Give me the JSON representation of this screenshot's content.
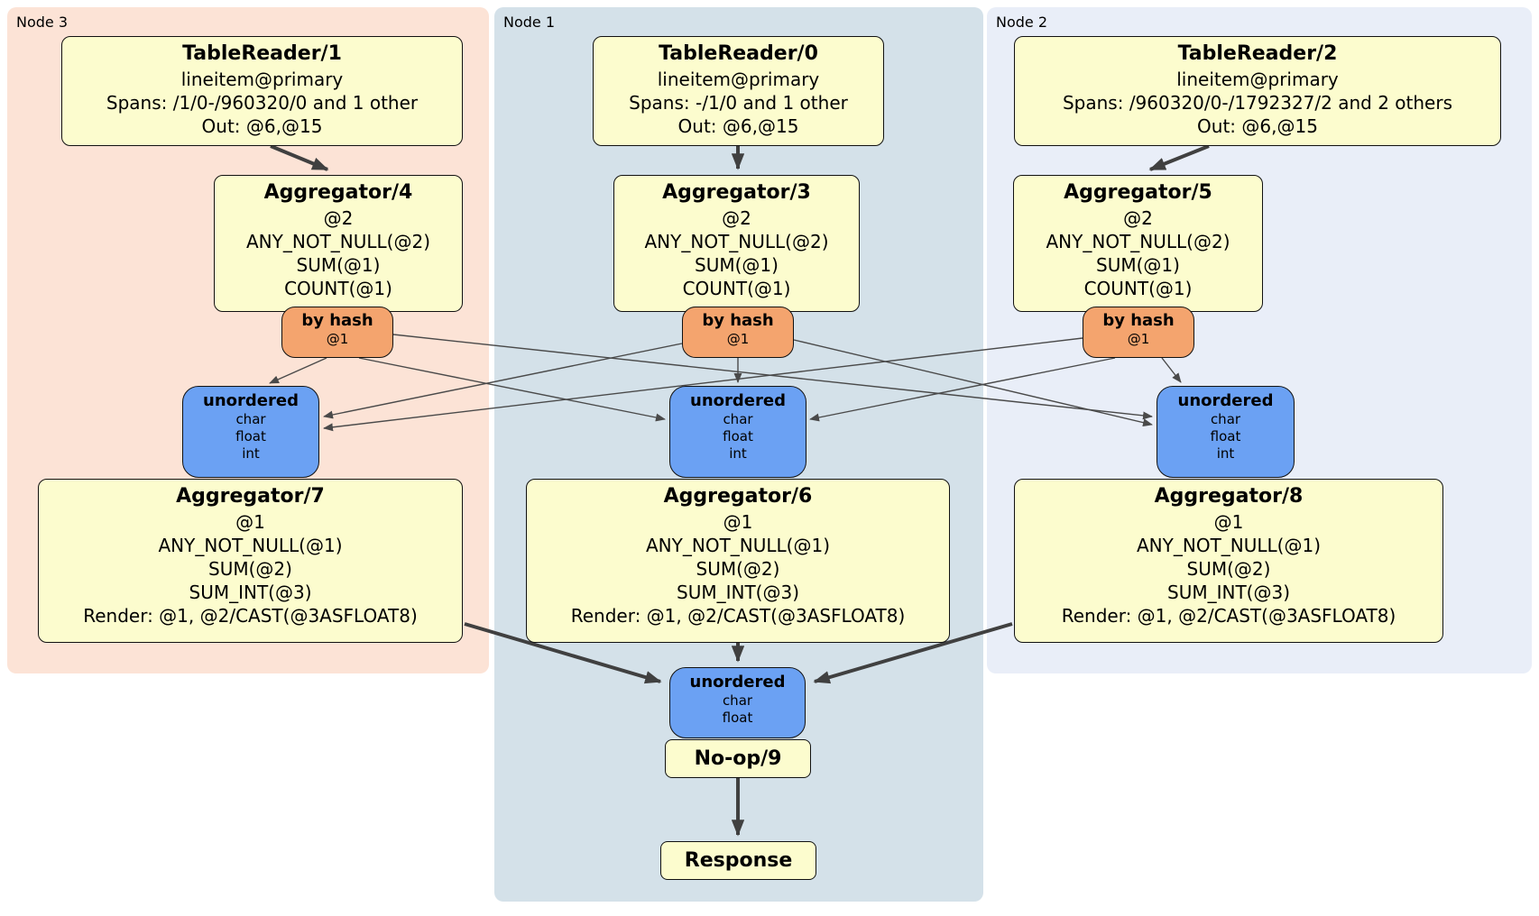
{
  "diagram": {
    "palette": {
      "operator_box": "#fcfcce",
      "router_box": "#f4a46e",
      "sync_box": "#6ba1f3",
      "node3_panel": "#fce3d6",
      "node1_panel": "#d4e1e9",
      "node2_panel": "#e9eef8",
      "thick_edge": "#404040",
      "thin_edge": "#4a4a4a"
    },
    "nodes": [
      {
        "label": "Node 3",
        "table_reader": {
          "title": "TableReader/1",
          "lines": [
            "lineitem@primary",
            "Spans: /1/0-/960320/0 and 1 other",
            "Out: @6,@15"
          ]
        },
        "aggregator": {
          "title": "Aggregator/4",
          "lines": [
            "@2",
            "ANY_NOT_NULL(@2)",
            "SUM(@1)",
            "COUNT(@1)"
          ]
        },
        "router": {
          "title": "by hash",
          "line": "@1"
        },
        "sync": {
          "title": "unordered",
          "lines": [
            "char",
            "float",
            "int"
          ]
        },
        "aggregator2": {
          "title": "Aggregator/7",
          "lines": [
            "@1",
            "ANY_NOT_NULL(@1)",
            "SUM(@2)",
            "SUM_INT(@3)",
            "Render: @1, @2/CAST(@3ASFLOAT8)"
          ]
        }
      },
      {
        "label": "Node 1",
        "table_reader": {
          "title": "TableReader/0",
          "lines": [
            "lineitem@primary",
            "Spans: -/1/0 and 1 other",
            "Out: @6,@15"
          ]
        },
        "aggregator": {
          "title": "Aggregator/3",
          "lines": [
            "@2",
            "ANY_NOT_NULL(@2)",
            "SUM(@1)",
            "COUNT(@1)"
          ]
        },
        "router": {
          "title": "by hash",
          "line": "@1"
        },
        "sync": {
          "title": "unordered",
          "lines": [
            "char",
            "float",
            "int"
          ]
        },
        "aggregator2": {
          "title": "Aggregator/6",
          "lines": [
            "@1",
            "ANY_NOT_NULL(@1)",
            "SUM(@2)",
            "SUM_INT(@3)",
            "Render: @1, @2/CAST(@3ASFLOAT8)"
          ]
        }
      },
      {
        "label": "Node 2",
        "table_reader": {
          "title": "TableReader/2",
          "lines": [
            "lineitem@primary",
            "Spans: /960320/0-/1792327/2 and 2 others",
            "Out: @6,@15"
          ]
        },
        "aggregator": {
          "title": "Aggregator/5",
          "lines": [
            "@2",
            "ANY_NOT_NULL(@2)",
            "SUM(@1)",
            "COUNT(@1)"
          ]
        },
        "router": {
          "title": "by hash",
          "line": "@1"
        },
        "sync": {
          "title": "unordered",
          "lines": [
            "char",
            "float",
            "int"
          ]
        },
        "aggregator2": {
          "title": "Aggregator/8",
          "lines": [
            "@1",
            "ANY_NOT_NULL(@1)",
            "SUM(@2)",
            "SUM_INT(@3)",
            "Render: @1, @2/CAST(@3ASFLOAT8)"
          ]
        }
      }
    ],
    "final_stage": {
      "sync": {
        "title": "unordered",
        "lines": [
          "char",
          "float"
        ]
      },
      "noop_label": "No-op/9",
      "response_label": "Response"
    }
  }
}
